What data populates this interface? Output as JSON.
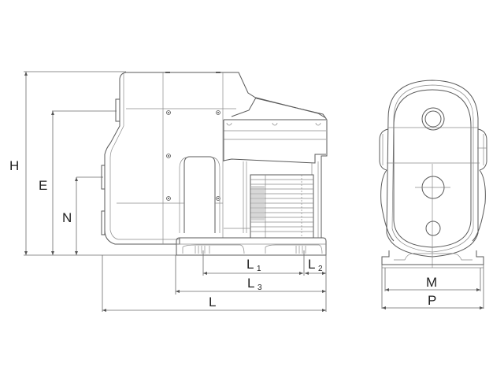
{
  "drawing": {
    "subject": "pump dimension drawing",
    "views": [
      "side-view",
      "front-view"
    ],
    "line_color": "#5a5a5a",
    "text_color": "#222222"
  },
  "labels": {
    "H": "H",
    "E": "E",
    "N": "N",
    "L1_main": "L",
    "L1_sub": "1",
    "L2_main": "L",
    "L2_sub": "2",
    "L3_main": "L",
    "L3_sub": "3",
    "L": "L",
    "M": "M",
    "P": "P"
  }
}
